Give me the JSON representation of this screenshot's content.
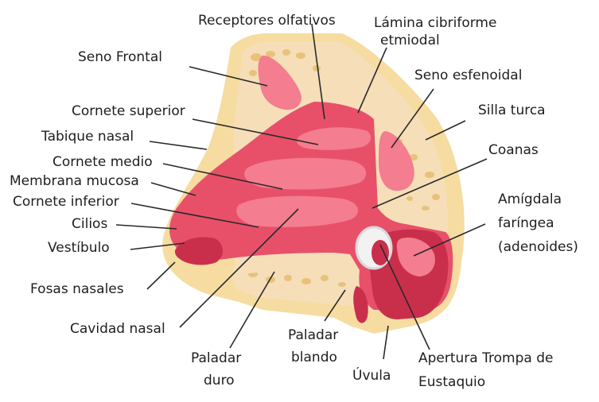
{
  "diagram": {
    "colors": {
      "skin": "#f6dca0",
      "bone": "#f5deb8",
      "bone_spot": "#e8c27a",
      "mucosa": "#e8506a",
      "mucosa_dark": "#c92f4b",
      "mucosa_light": "#f47d8f",
      "leader": "#2a2a2a"
    },
    "labels": {
      "receptores": "Receptores olfativos",
      "lamina_1": "Lámina cibriforme",
      "lamina_2": "etmiodal",
      "seno_frontal": "Seno Frontal",
      "seno_esfenoidal": "Seno esfenoidal",
      "cornete_superior": "Cornete superior",
      "silla_turca": "Silla turca",
      "tabique": "Tabique nasal",
      "coanas": "Coanas",
      "cornete_medio": "Cornete medio",
      "membrana": "Membrana mucosa",
      "amigdala_1": "Amígdala",
      "amigdala_2": "faríngea",
      "amigdala_3": "(adenoides)",
      "cornete_inferior": "Cornete inferior",
      "cilios": "Cilios",
      "vestibulo": "Vestíbulo",
      "fosas": "Fosas nasales",
      "cavidad": "Cavidad nasal",
      "paladar_blando_1": "Paladar",
      "paladar_blando_2": "blando",
      "paladar_duro_1": "Paladar",
      "paladar_duro_2": "duro",
      "uvula": "Úvula",
      "trompa_1": "Apertura Trompa de",
      "trompa_2": "Eustaquio"
    }
  }
}
